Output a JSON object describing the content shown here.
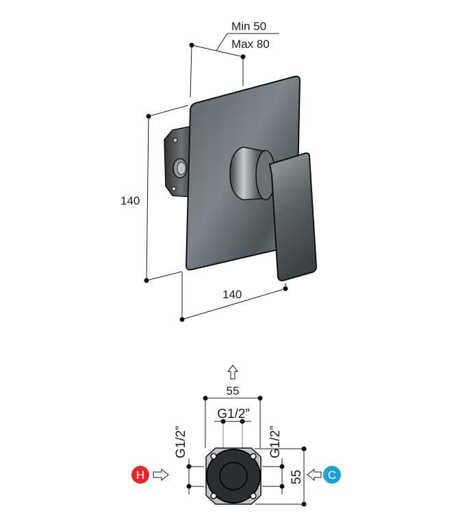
{
  "iso_view": {
    "depth_min": "Min 50",
    "depth_max": "Max 80",
    "height": "140",
    "width": "140"
  },
  "connection_view": {
    "width": "55",
    "height": "55",
    "outlet_thread": "G1/2”",
    "left_thread": "G1/2”",
    "right_thread": "G1/2”",
    "hot_label": "H",
    "cold_label": "C",
    "hot_color": "#e8262b",
    "cold_color": "#1ba1dc",
    "icons": [
      "arrow-up-icon",
      "arrow-right-icon",
      "arrow-left-icon"
    ]
  }
}
